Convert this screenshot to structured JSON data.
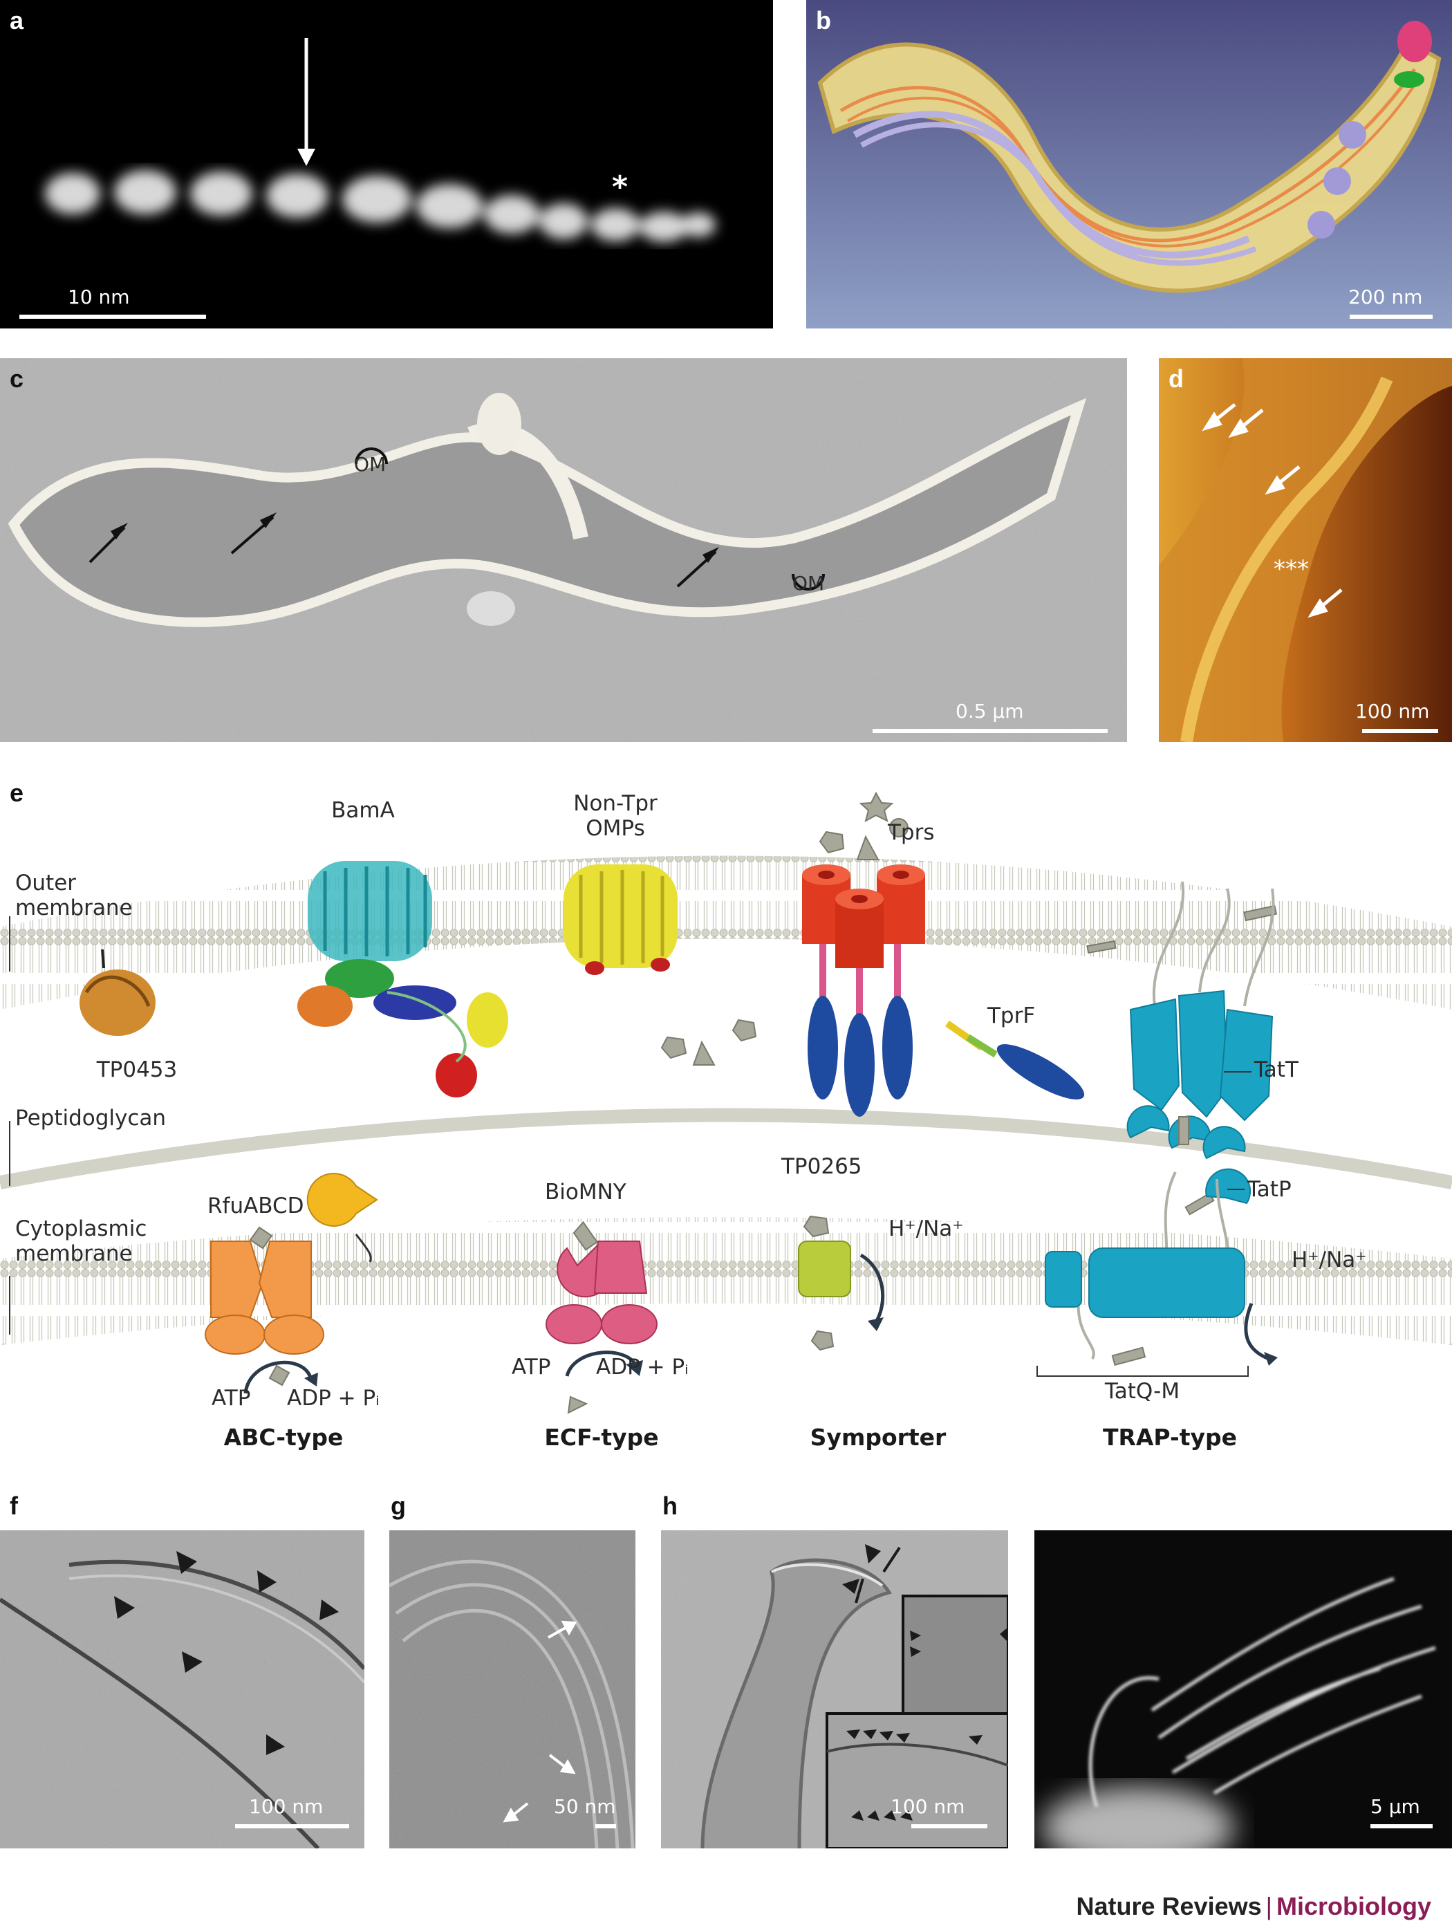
{
  "panels": {
    "a": {
      "label": "a",
      "scalebar": "10 nm"
    },
    "b": {
      "label": "b",
      "scalebar": "200 nm"
    },
    "c": {
      "label": "c",
      "scalebar": "0.5 μm",
      "om_label_1": "OM",
      "om_label_2": "OM"
    },
    "d": {
      "label": "d",
      "scalebar": "100 nm",
      "asterisks": "***"
    },
    "e": {
      "label": "e"
    },
    "f": {
      "label": "f",
      "scalebar": "100 nm"
    },
    "g": {
      "label": "g",
      "scalebar": "50 nm"
    },
    "h": {
      "label": "h",
      "scalebar": "100 nm"
    },
    "i": {
      "scalebar": "5 μm"
    }
  },
  "diagram": {
    "outer_membrane": "Outer\nmembrane",
    "peptidoglycan": "Peptidoglycan",
    "cytoplasmic_membrane": "Cytoplasmic\nmembrane",
    "bama": "BamA",
    "non_tpr": "Non-Tpr\nOMPs",
    "tprs": "Tprs",
    "tp0453": "TP0453",
    "tprf": "TprF",
    "tatt": "TatT",
    "tatp": "TatP",
    "rfuabcd": "RfuABCD",
    "biomny": "BioMNY",
    "tp0265": "TP0265",
    "hna_1": "H⁺/Na⁺",
    "hna_2": "H⁺/Na⁺",
    "atp_1": "ATP",
    "adp_1": "ADP + Pᵢ",
    "atp_2": "ATP",
    "adp_2": "ADP + Pᵢ",
    "tatqm": "TatQ-M",
    "abc": "ABC-type",
    "ecf": "ECF-type",
    "symporter": "Symporter",
    "trap": "TRAP-type"
  },
  "footer": {
    "journal": "Nature Reviews",
    "separator": "|",
    "section": "Microbiology"
  }
}
